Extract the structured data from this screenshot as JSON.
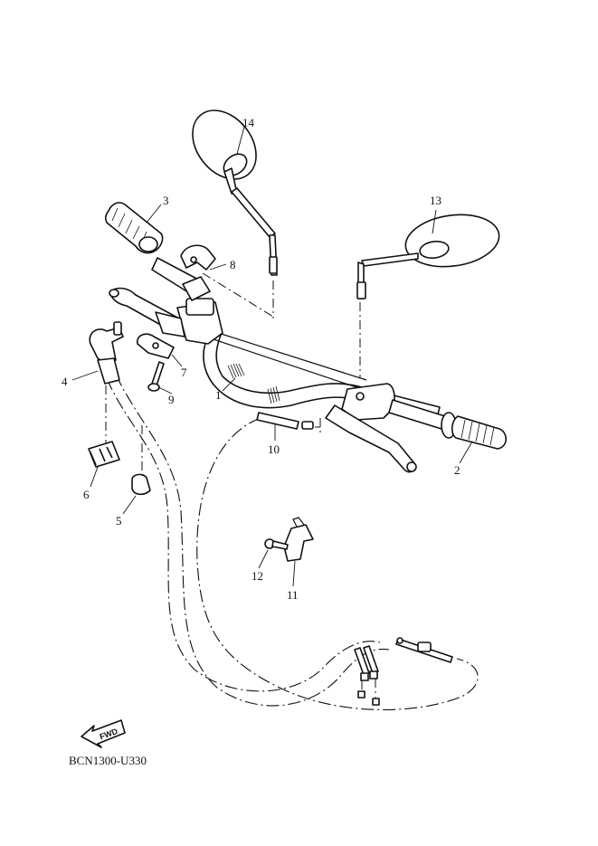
{
  "callouts": [
    "1",
    "2",
    "3",
    "4",
    "5",
    "6",
    "7",
    "8",
    "9",
    "10",
    "11",
    "12",
    "13",
    "14"
  ],
  "fwd_label": "FWD",
  "diagram_code": "BCN1300-U330"
}
